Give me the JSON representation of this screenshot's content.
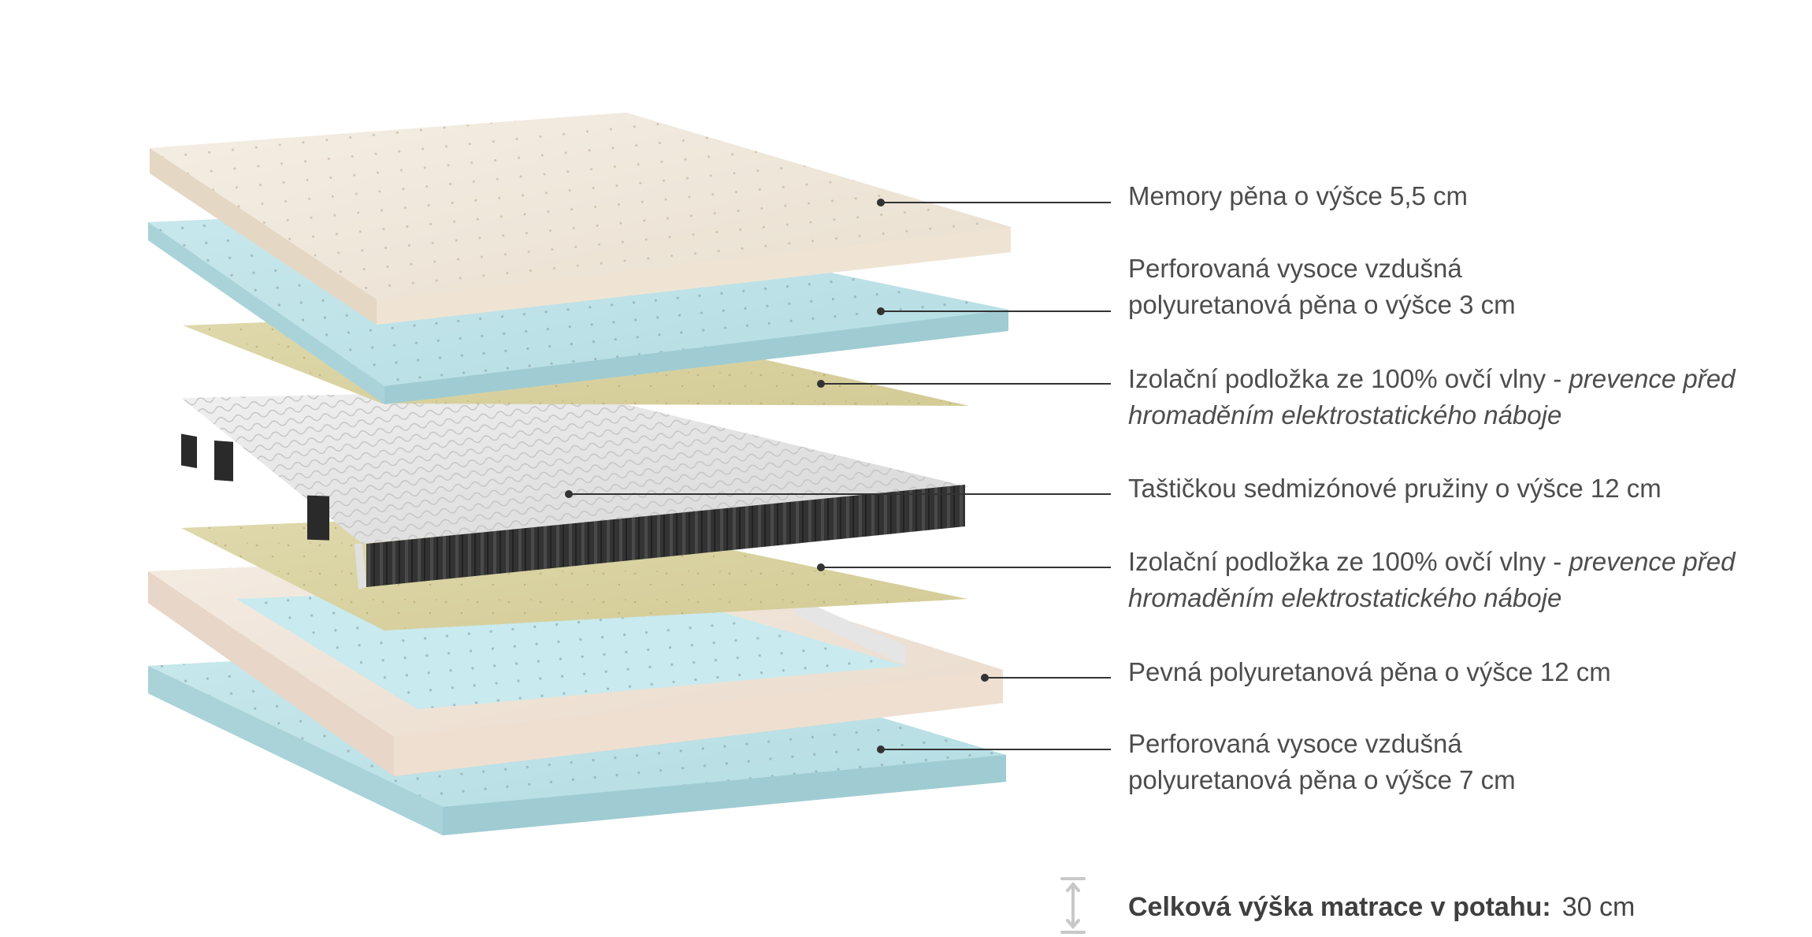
{
  "layers": [
    {
      "lines": [
        {
          "text": "Memory pěna o výšce 5,5 cm"
        }
      ]
    },
    {
      "lines": [
        {
          "text": "Perforovaná vysoce vzdušná"
        },
        {
          "text": "polyuretanová pěna o výšce 3 cm"
        }
      ]
    },
    {
      "lines": [
        {
          "text": "Izolační podložka ze 100% ovčí vlny - ",
          "italic": "prevence před"
        },
        {
          "text": "",
          "italic": "hromaděním elektrostatického náboje"
        }
      ]
    },
    {
      "lines": [
        {
          "text": "Taštičkou sedmizónové pružiny o výšce 12 cm"
        }
      ]
    },
    {
      "lines": [
        {
          "text": "Izolační podložka ze 100% ovčí vlny - ",
          "italic": "prevence před"
        },
        {
          "text": "",
          "italic": "hromaděním elektrostatického náboje"
        }
      ]
    },
    {
      "lines": [
        {
          "text": "Pevná polyuretanová pěna o výšce 12 cm"
        }
      ]
    },
    {
      "lines": [
        {
          "text": "Perforovaná vysoce vzdušná"
        },
        {
          "text": "polyuretanová pěna o výšce 7 cm"
        }
      ]
    }
  ],
  "total": {
    "label": "Celková výška matrace v potahu:",
    "value": "30 cm"
  },
  "colors": {
    "memory_foam": "#efe6d8",
    "blue_foam": "#bfe3e8",
    "wool": "#dcd5a6",
    "springs_top": "#e6e6e6",
    "springs_side": "#2e2e2e",
    "frame_foam": "#f1e2d6",
    "leader_line": "#333333"
  },
  "icons": {
    "height": "vertical-double-arrow-icon"
  }
}
